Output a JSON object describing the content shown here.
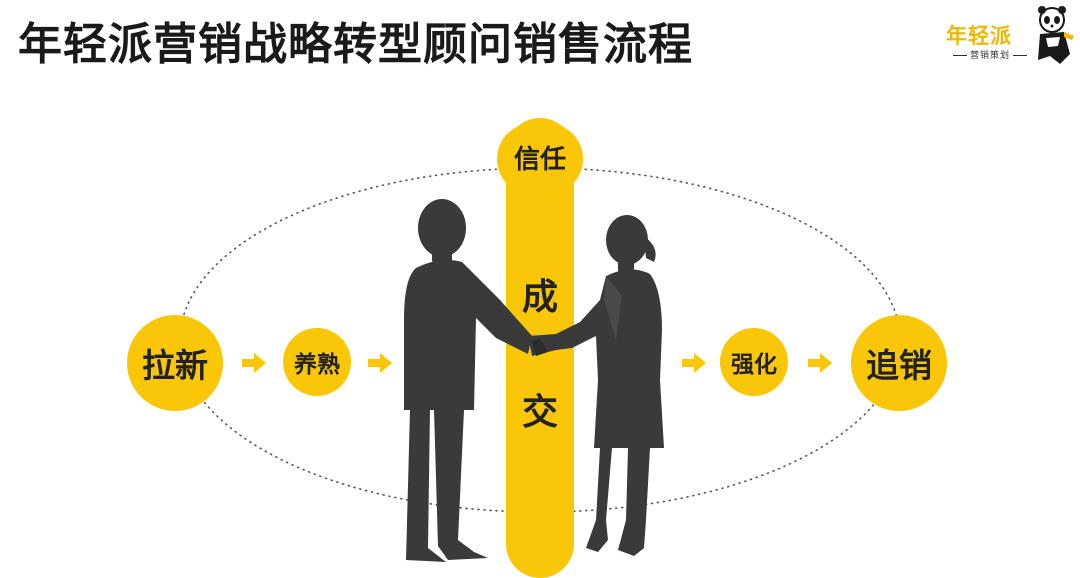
{
  "title": "年轻派营销战略转型顾问销售流程",
  "logo": {
    "main_text": "年轻派",
    "sub_text": "营销策划"
  },
  "colors": {
    "accent_yellow": "#f9c707",
    "silhouette": "#3a3a3a",
    "text_dark": "#222222"
  },
  "flow": {
    "steps": [
      "拉新",
      "养熟",
      "信任",
      "成交",
      "强化",
      "追销"
    ],
    "center_label_top": "信任",
    "center_label_chars": [
      "成",
      "交"
    ]
  },
  "icons": [
    "arrow-right-icon",
    "businessman-silhouette",
    "businesswoman-silhouette",
    "handshake",
    "panda-mascot-icon"
  ]
}
